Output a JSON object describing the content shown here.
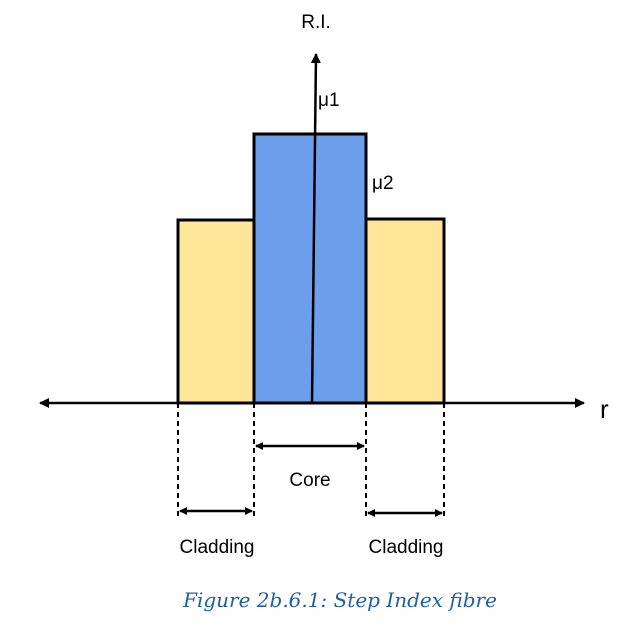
{
  "diagram": {
    "y_axis_label": "R.I.",
    "x_axis_label": "r",
    "mu1_label": "μ1",
    "mu2_label": "μ2",
    "core_label": "Core",
    "cladding_left_label": "Cladding",
    "cladding_right_label": "Cladding",
    "caption": "Figure 2b.6.1: Step Index fibre",
    "colors": {
      "core_fill": "#6d9eeb",
      "cladding_fill": "#ffe599",
      "stroke": "#000000",
      "caption": "#1f5fa8"
    }
  }
}
